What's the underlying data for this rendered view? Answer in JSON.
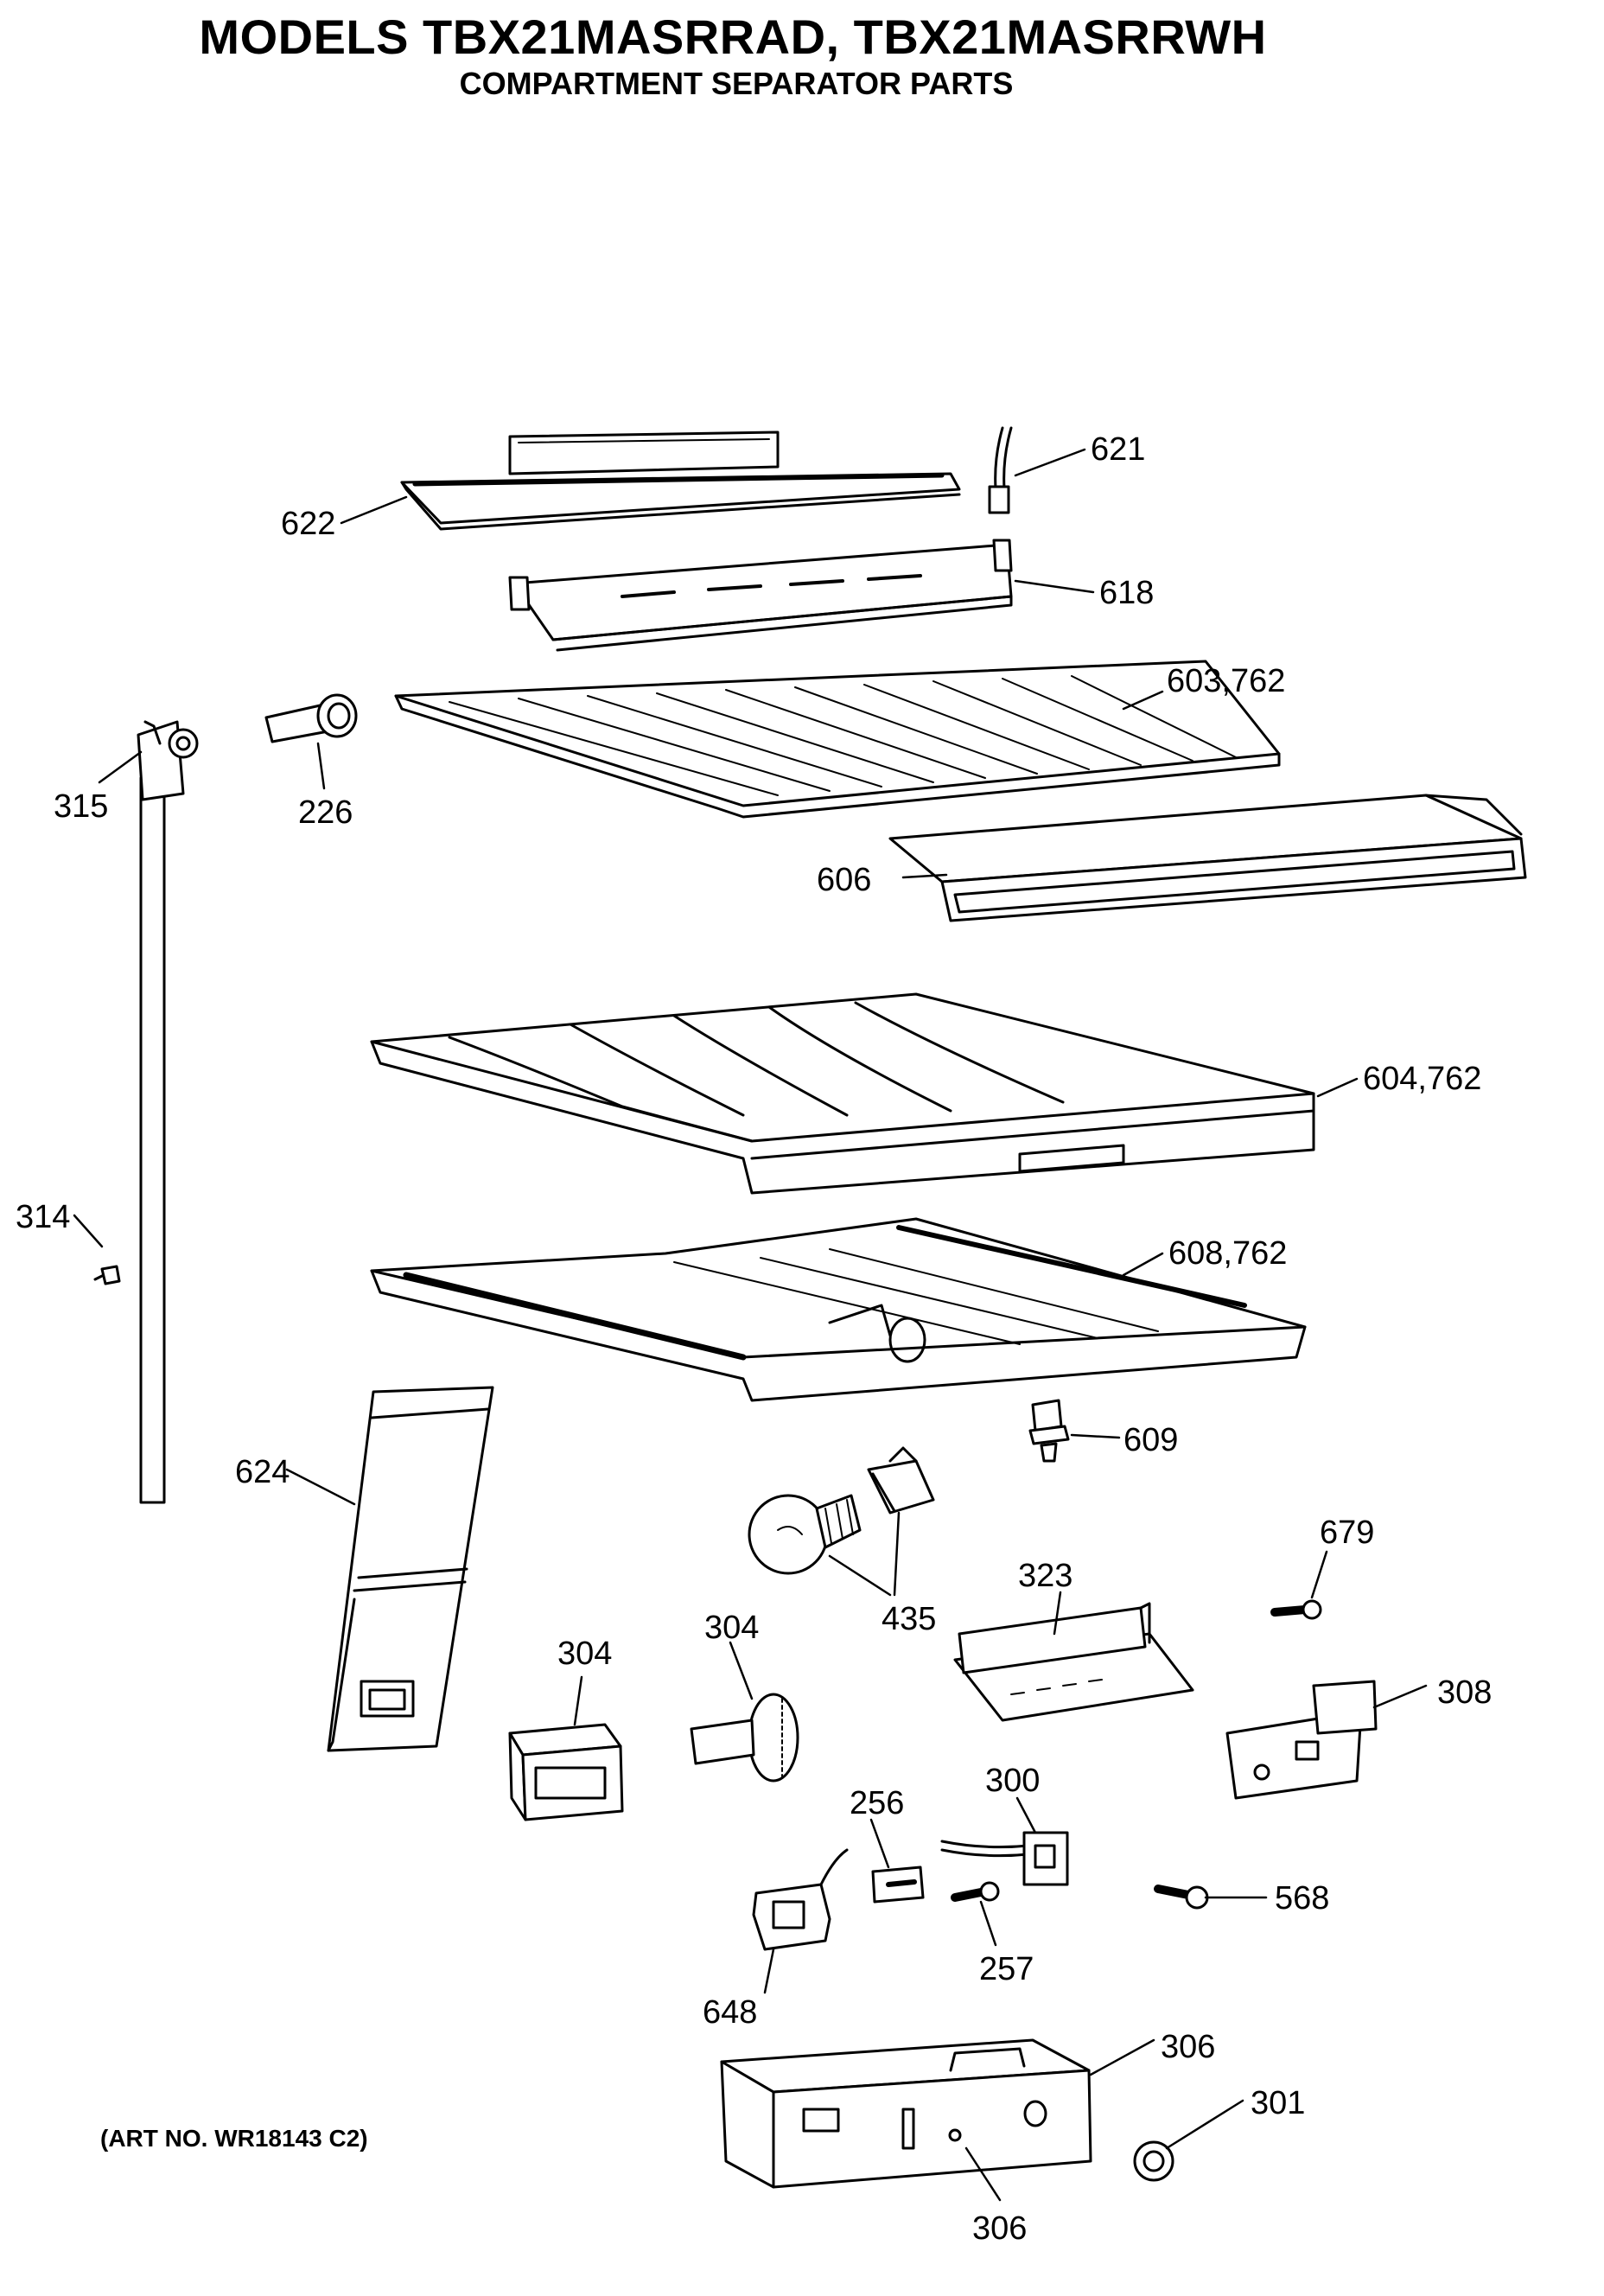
{
  "header": {
    "title": "MODELS TBX21MASRRAD, TBX21MASRRWH",
    "subtitle": "COMPARTMENT SEPARATOR PARTS"
  },
  "footer": {
    "art_no": "(ART NO. WR18143 C2)"
  },
  "callouts": {
    "c621": "621",
    "c622": "622",
    "c618": "618",
    "c603": "603,762",
    "c315": "315",
    "c226": "226",
    "c606": "606",
    "c604": "604,762",
    "c314": "314",
    "c608": "608,762",
    "c609": "609",
    "c624": "624",
    "c679": "679",
    "c435": "435",
    "c323": "323",
    "c304a": "304",
    "c304b": "304",
    "c308": "308",
    "c300": "300",
    "c256": "256",
    "c568": "568",
    "c257": "257",
    "c648": "648",
    "c306a": "306",
    "c301": "301",
    "c306b": "306"
  }
}
